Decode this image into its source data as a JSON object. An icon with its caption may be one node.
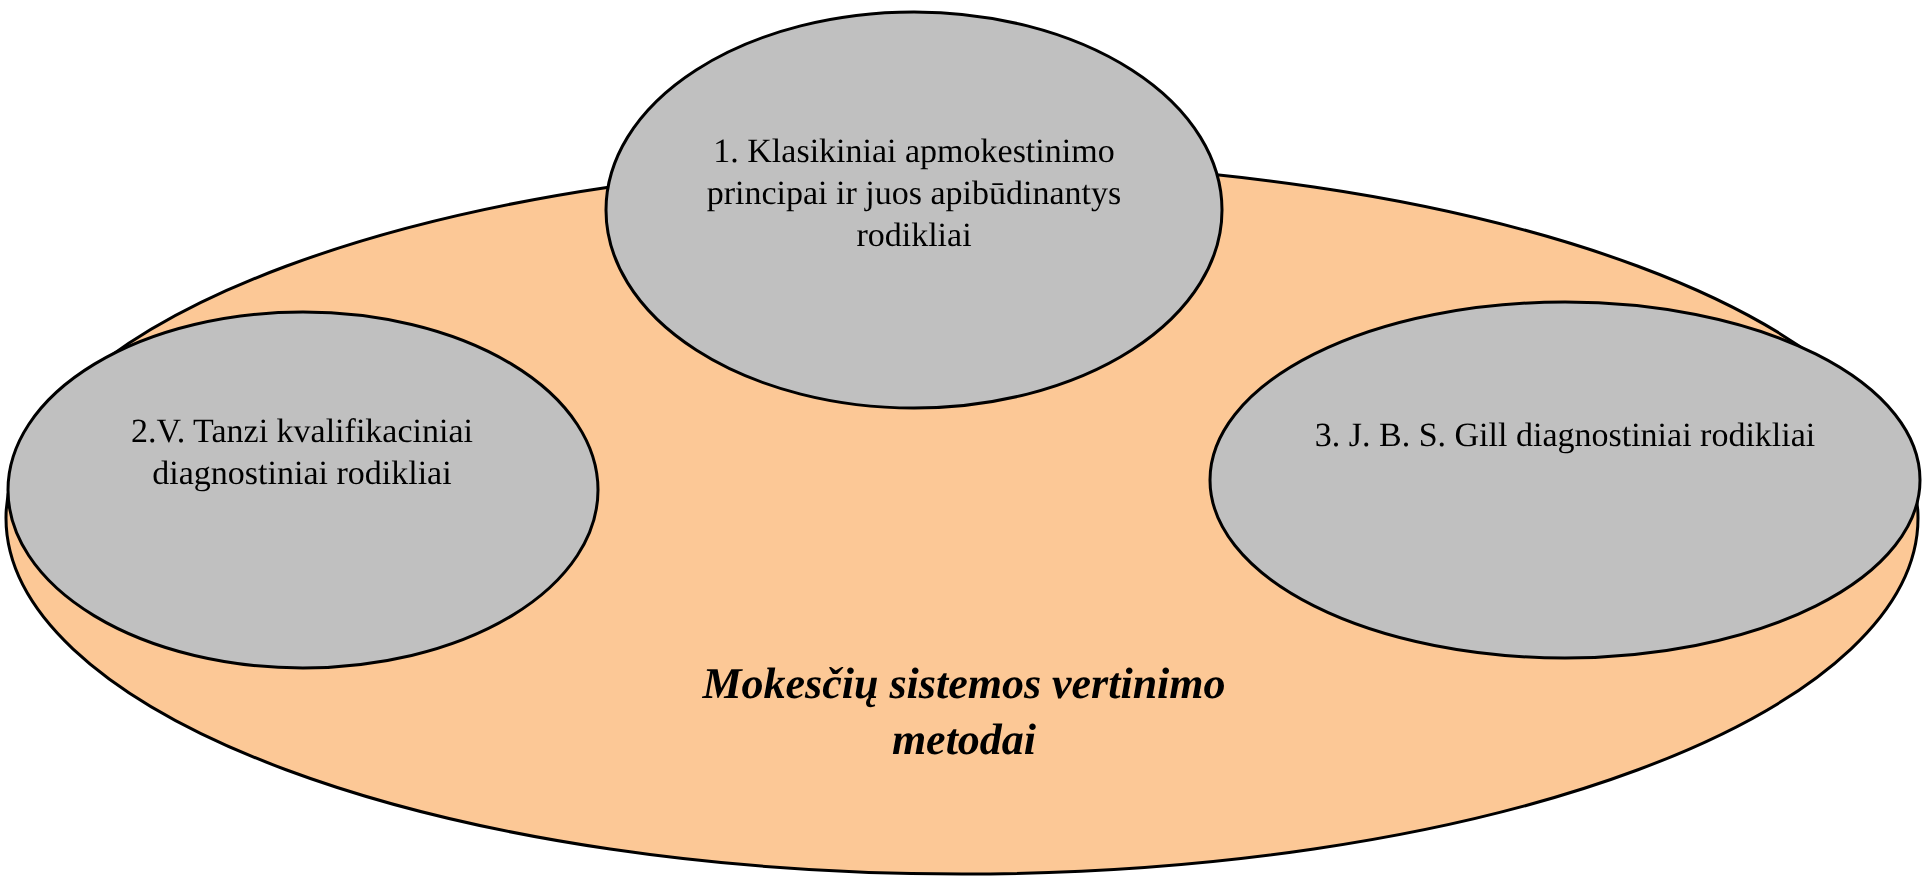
{
  "diagram": {
    "nodes": [
      {
        "text": [
          "Mokesčių sistemos vertinimo metodai"
        ]
      },
      {
        "text": [
          "1. Klasikiniai apmokestinimo principai ir juos apibūdinantys rodikliai"
        ]
      },
      {
        "text": [
          "2.V. Tanzi kvalifikaciniai diagnostiniai rodikliai"
        ],
        "in": 0
      },
      {
        "text": [
          "3. J. B. S. Gill diagnostiniai rodikliai"
        ],
        "in": 0
      }
    ]
  }
}
